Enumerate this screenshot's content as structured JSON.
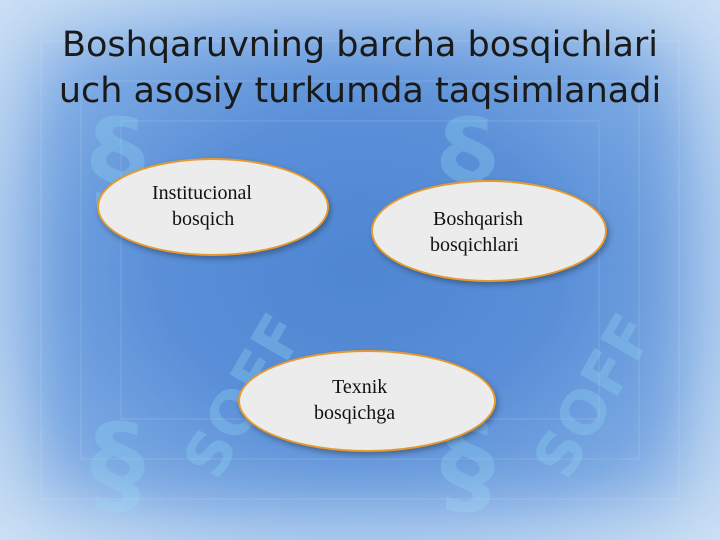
{
  "title_lines": [
    "Boshqaruvning barcha bosqichlari",
    "uch asosiy turkumda taqsimlanadi"
  ],
  "ovals": [
    {
      "lines": [
        "Institucional",
        "bosqich"
      ]
    },
    {
      "lines": [
        "Boshqarish",
        "bosqichlari"
      ]
    },
    {
      "lines": [
        "Texnik",
        "bosqichga"
      ]
    }
  ],
  "watermark": {
    "text": "SOFF",
    "symbol": "§"
  },
  "colors": {
    "oval_fill": "#ececec",
    "oval_border": "#e69a2e",
    "background": "#5a8fd8"
  }
}
